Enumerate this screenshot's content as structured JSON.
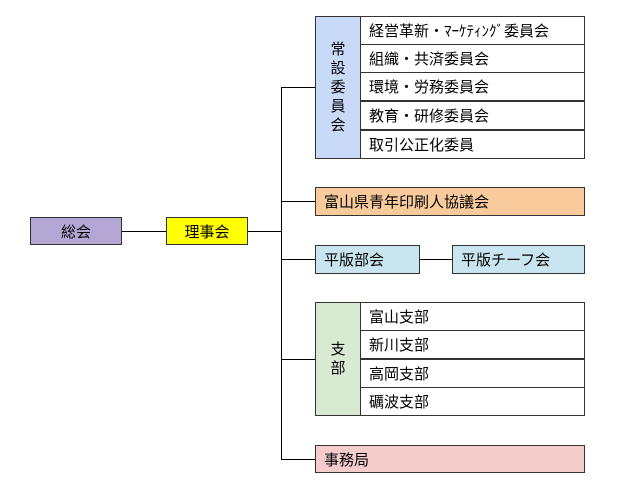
{
  "colors": {
    "general_meeting": "#b4a7d6",
    "board": "#ffff00",
    "standing_committees": "#c9daf8",
    "youth_council": "#f9cb9c",
    "flat_plate": "#c9e5ef",
    "branches": "#d9ead3",
    "secretariat": "#f4cccc"
  },
  "org": {
    "general_meeting": "総会",
    "board": "理事会",
    "standing_committees": {
      "title_chars": [
        "常",
        "設",
        "委",
        "員",
        "会"
      ],
      "items": [
        "経営革新・ﾏｰｹﾃｨﾝｸﾞ委員会",
        "組織・共済委員会",
        "環境・労務委員会",
        "教育・研修委員会",
        "取引公正化委員"
      ]
    },
    "youth_council": "富山県青年印刷人協議会",
    "flat_plate_group": "平版部会",
    "flat_plate_chiefs": "平版チーフ会",
    "branches": {
      "title_chars": [
        "支",
        "部"
      ],
      "items": [
        "富山支部",
        "新川支部",
        "高岡支部",
        "礪波支部"
      ]
    },
    "secretariat": "事務局"
  }
}
